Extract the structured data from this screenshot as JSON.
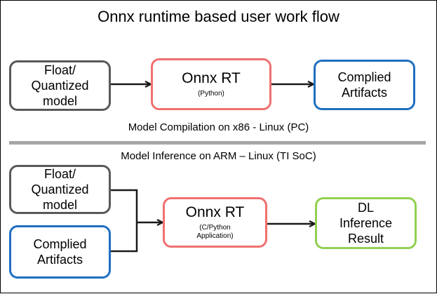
{
  "title": "Onnx runtime based user work flow",
  "colors": {
    "model_box_border": "#595959",
    "runtime_box_border": "#f07070",
    "artifacts_box_border": "#1f6fbf",
    "result_box_border": "#92d050",
    "divider": "#a6a6a6",
    "arrow": "#1a1a1a"
  },
  "compilation": {
    "model_box": "Float/\nQuantized\nmodel",
    "runtime_box": {
      "title": "Onnx RT",
      "subtitle": "(Python)"
    },
    "artifacts_box": "Complied\nArtifacts",
    "label": "Model Compilation on x86 - Linux (PC)"
  },
  "inference": {
    "label": "Model Inference on ARM – Linux (TI SoC)",
    "model_box": "Float/\nQuantized\nmodel",
    "artifacts_box": "Complied\nArtifacts",
    "runtime_box": {
      "title": "Onnx RT",
      "subtitle": "(C/Python\nApplication)"
    },
    "result_box": "DL\nInference\nResult"
  }
}
